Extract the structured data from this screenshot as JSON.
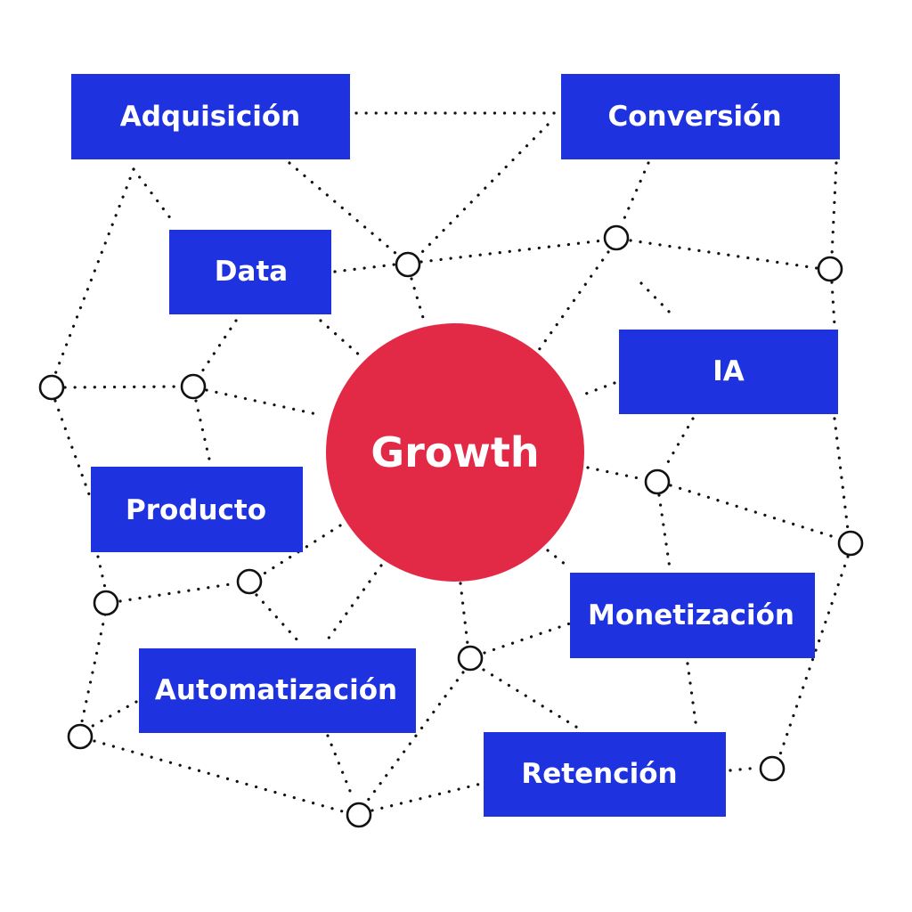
{
  "diagram": {
    "center": {
      "label": "Growth"
    },
    "boxes": [
      {
        "id": "adquisicion",
        "label": "Adquisición"
      },
      {
        "id": "conversion",
        "label": "Conversión"
      },
      {
        "id": "data",
        "label": "Data"
      },
      {
        "id": "ia",
        "label": "IA"
      },
      {
        "id": "producto",
        "label": "Producto"
      },
      {
        "id": "monetizacion",
        "label": "Monetización"
      },
      {
        "id": "automatizacion",
        "label": "Automatización"
      },
      {
        "id": "retencion",
        "label": "Retención"
      }
    ],
    "colors": {
      "box": "#1f32e0",
      "center": "#e22a47",
      "links": "#111111",
      "background": "#ffffff"
    }
  }
}
